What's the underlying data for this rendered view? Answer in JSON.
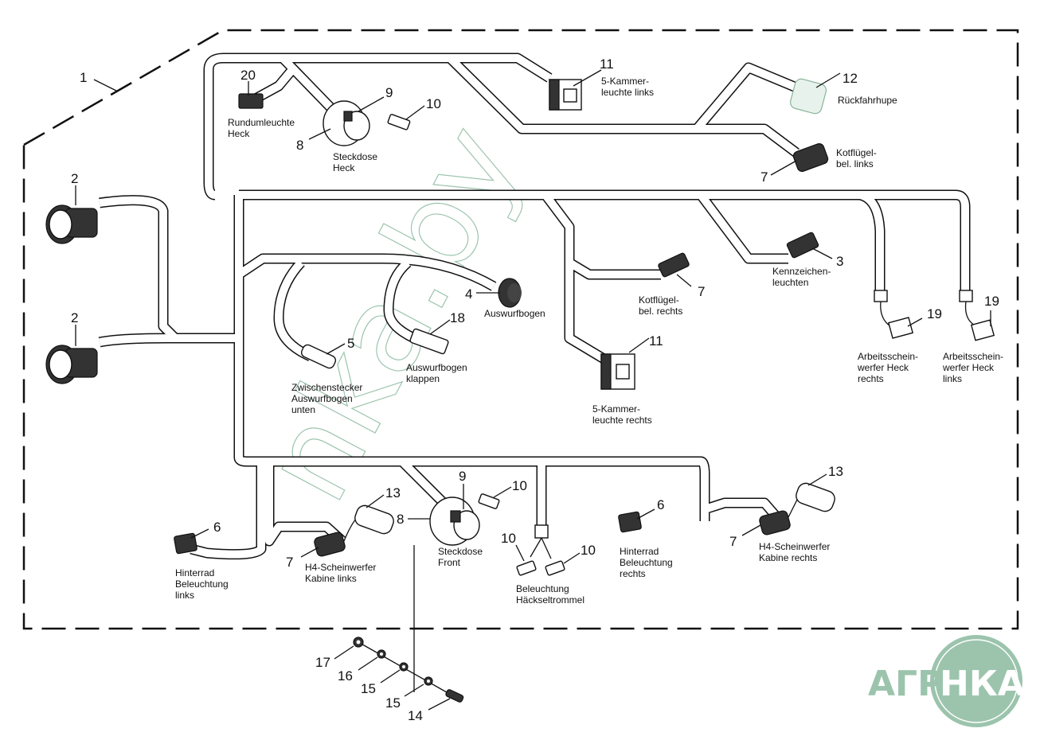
{
  "diagram": {
    "title": "Kabelbaum Heck / Beleuchtung",
    "assembly_number": "1",
    "watermark": "nka.by",
    "logo": {
      "left_text": "АГРО",
      "right_text": "НКА",
      "color": "#9cc4ad"
    },
    "colors": {
      "line": "#111111",
      "watermark": "#9cc4ad",
      "background": "#ffffff"
    },
    "callouts": [
      {
        "id": "c1",
        "number": "1",
        "label": ""
      },
      {
        "id": "c2a",
        "number": "2",
        "label": ""
      },
      {
        "id": "c2b",
        "number": "2",
        "label": ""
      },
      {
        "id": "c3",
        "number": "3",
        "label": "Kennzeichen-\nleuchten"
      },
      {
        "id": "c4",
        "number": "4",
        "label": "Auswurfbogen"
      },
      {
        "id": "c5",
        "number": "5",
        "label": "Zwischenstecker\nAuswurfbogen\nunten"
      },
      {
        "id": "c6a",
        "number": "6",
        "label": "Hinterrad\nBeleuchtung\nlinks"
      },
      {
        "id": "c6b",
        "number": "6",
        "label": "Hinterrad\nBeleuchtung\nrechts"
      },
      {
        "id": "c7a",
        "number": "7",
        "label": "Kotflügel-\nbel. links"
      },
      {
        "id": "c7b",
        "number": "7",
        "label": "Kotflügel-\nbel. rechts"
      },
      {
        "id": "c7c",
        "number": "7",
        "label": "H4-Scheinwerfer\nKabine links"
      },
      {
        "id": "c7d",
        "number": "7",
        "label": "H4-Scheinwerfer\nKabine rechts"
      },
      {
        "id": "c8a",
        "number": "8",
        "label": "Steckdose\nHeck"
      },
      {
        "id": "c8b",
        "number": "8",
        "label": "Steckdose\nFront"
      },
      {
        "id": "c9a",
        "number": "9",
        "label": ""
      },
      {
        "id": "c9b",
        "number": "9",
        "label": ""
      },
      {
        "id": "c10a",
        "number": "10",
        "label": ""
      },
      {
        "id": "c10b",
        "number": "10",
        "label": ""
      },
      {
        "id": "c10c",
        "number": "10",
        "label": ""
      },
      {
        "id": "c10d",
        "number": "10",
        "label": "Beleuchtung\nHäckseltrommel"
      },
      {
        "id": "c11a",
        "number": "11",
        "label": "5-Kammer-\nleuchte links"
      },
      {
        "id": "c11b",
        "number": "11",
        "label": "5-Kammer-\nleuchte rechts"
      },
      {
        "id": "c12",
        "number": "12",
        "label": "Rückfahrhupe"
      },
      {
        "id": "c13a",
        "number": "13",
        "label": ""
      },
      {
        "id": "c13b",
        "number": "13",
        "label": ""
      },
      {
        "id": "c14",
        "number": "14",
        "label": ""
      },
      {
        "id": "c15a",
        "number": "15",
        "label": ""
      },
      {
        "id": "c15b",
        "number": "15",
        "label": ""
      },
      {
        "id": "c16",
        "number": "16",
        "label": ""
      },
      {
        "id": "c17",
        "number": "17",
        "label": ""
      },
      {
        "id": "c18",
        "number": "18",
        "label": "Auswurfbogen\nklappen"
      },
      {
        "id": "c19a",
        "number": "19",
        "label": "Arbeitsschein-\nwerfer Heck\nrechts"
      },
      {
        "id": "c19b",
        "number": "19",
        "label": "Arbeitsschein-\nwerfer Heck\nlinks"
      },
      {
        "id": "c20",
        "number": "20",
        "label": "Rundumleuchte\nHeck"
      }
    ]
  }
}
